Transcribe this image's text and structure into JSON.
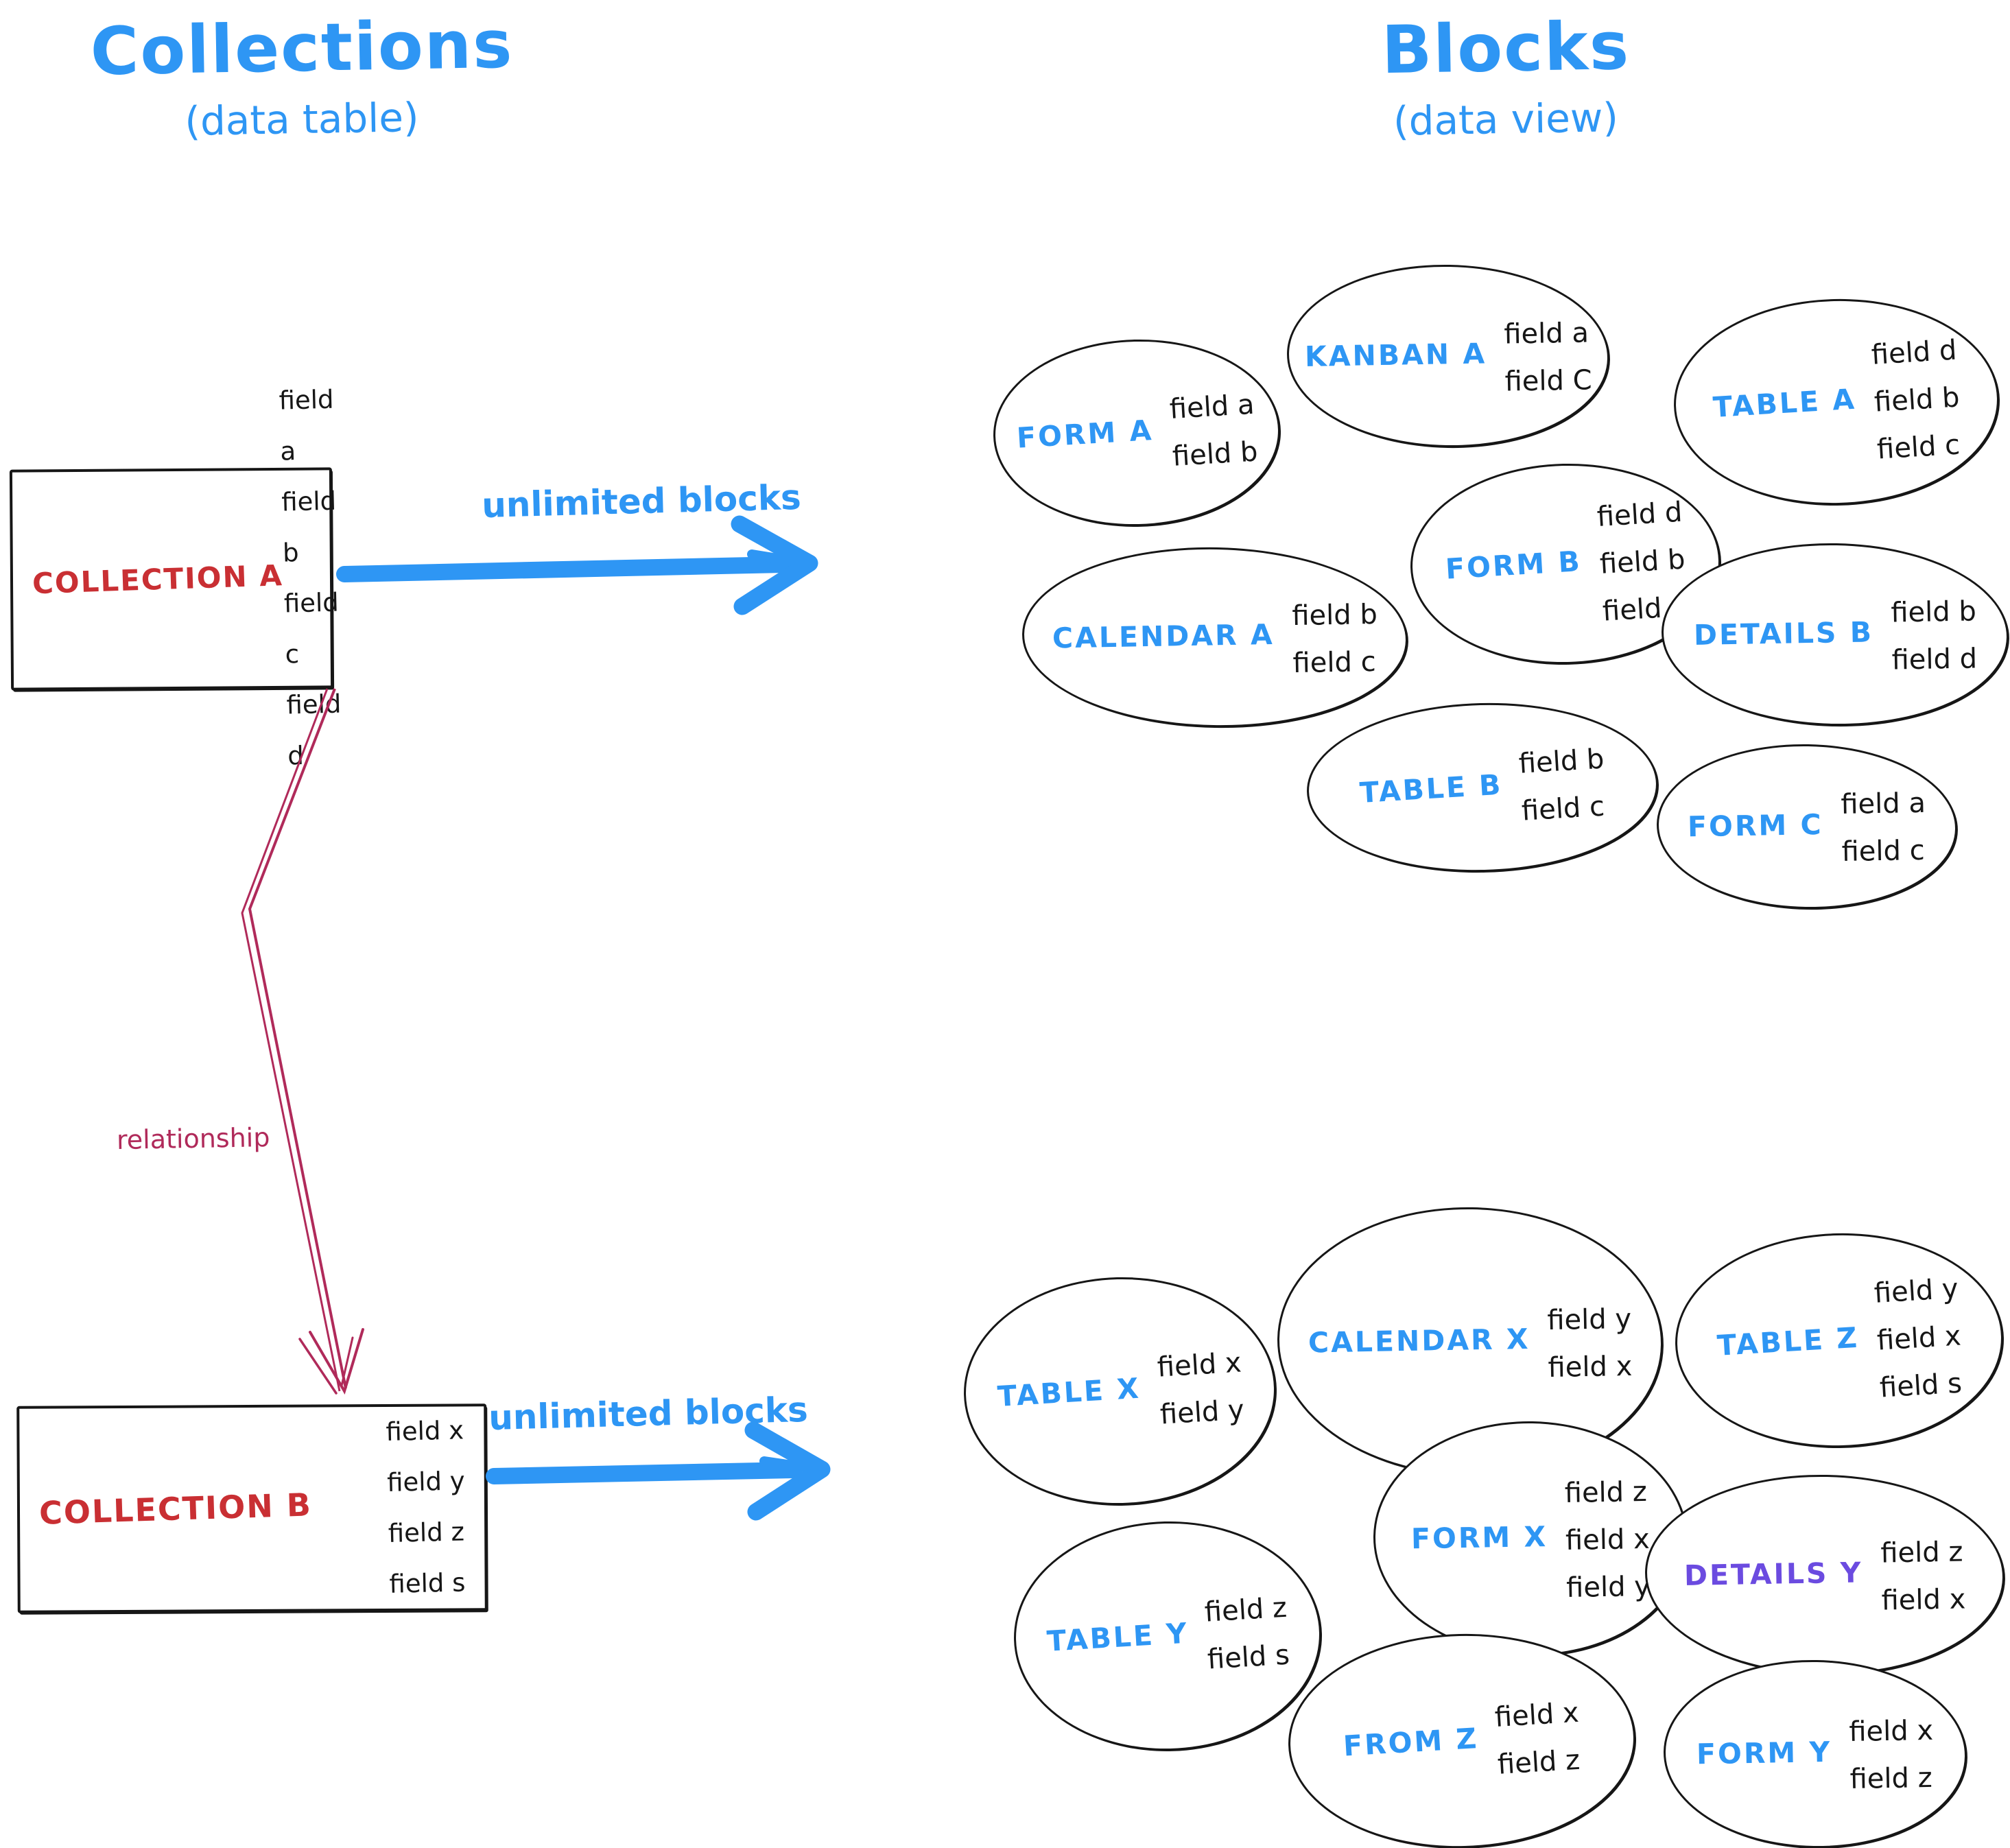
{
  "header_left": {
    "title": "Collections",
    "subtitle": "(data table)"
  },
  "header_right": {
    "title": "Blocks",
    "subtitle": "(data view)"
  },
  "collection_a": {
    "name": "COLLECTION A",
    "fields": [
      "field a",
      "field b",
      "field c",
      "field d"
    ]
  },
  "collection_b": {
    "name": "COLLECTION B",
    "fields": [
      "field x",
      "field y",
      "field z",
      "field s"
    ]
  },
  "relationship_label": "relationship",
  "arrow_a_label": "unlimited blocks",
  "arrow_b_label": "unlimited blocks",
  "blocks_a": [
    {
      "name": "FORM A",
      "fields": [
        "field a",
        "field b"
      ]
    },
    {
      "name": "KANBAN A",
      "fields": [
        "field a",
        "field C"
      ]
    },
    {
      "name": "TABLE A",
      "fields": [
        "field d",
        "field b",
        "field c"
      ]
    },
    {
      "name": "CALENDAR A",
      "fields": [
        "field b",
        "field c"
      ]
    },
    {
      "name": "FORM B",
      "fields": [
        "field d",
        "field b",
        "field c"
      ]
    },
    {
      "name": "DETAILS B",
      "fields": [
        "field b",
        "field d"
      ]
    },
    {
      "name": "TABLE B",
      "fields": [
        "field b",
        "field c"
      ]
    },
    {
      "name": "FORM C",
      "fields": [
        "field a",
        "field c"
      ]
    }
  ],
  "blocks_b": [
    {
      "name": "TABLE X",
      "fields": [
        "field x",
        "field y"
      ]
    },
    {
      "name": "CALENDAR X",
      "fields": [
        "field y",
        "field x"
      ]
    },
    {
      "name": "TABLE Z",
      "fields": [
        "field y",
        "field x",
        "field s"
      ]
    },
    {
      "name": "FORM X",
      "fields": [
        "field z",
        "field x",
        "field y"
      ]
    },
    {
      "name": "TABLE Y",
      "fields": [
        "field z",
        "field s"
      ]
    },
    {
      "name": "DETAILS Y",
      "fields": [
        "field z",
        "field x"
      ]
    },
    {
      "name": "FROM Z",
      "fields": [
        "field x",
        "field z"
      ]
    },
    {
      "name": "FORM Y",
      "fields": [
        "field x",
        "field z"
      ]
    }
  ],
  "colors": {
    "accent_blue": "#2e96f4",
    "collection_red": "#c92f33",
    "relationship_crimson": "#b02a5a",
    "details_purple": "#6b4be0",
    "ink": "#161616",
    "background": "#ffffff"
  }
}
